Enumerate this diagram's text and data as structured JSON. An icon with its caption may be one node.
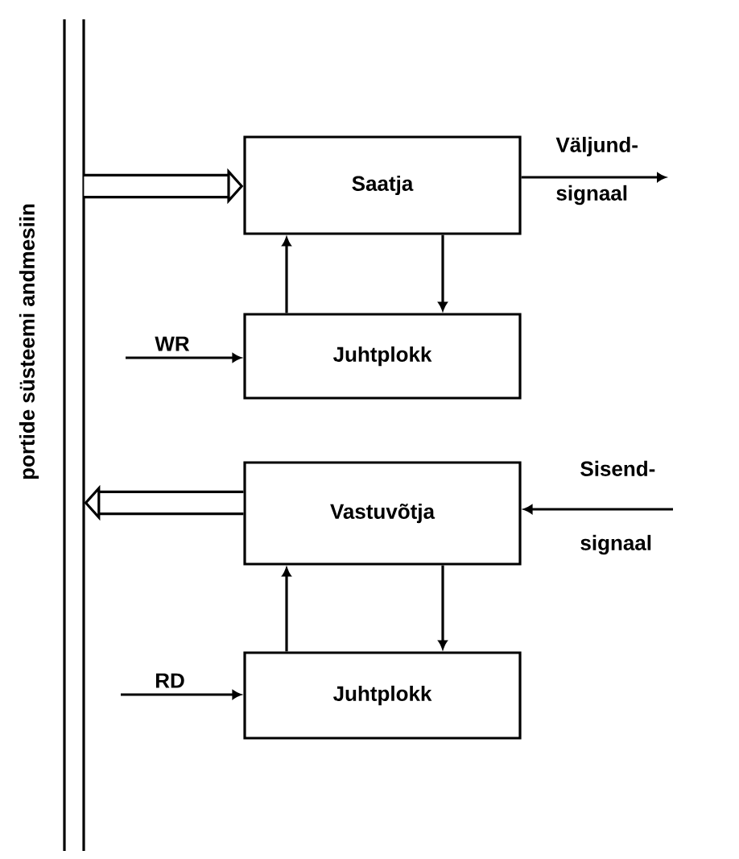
{
  "diagram": {
    "nodes": [
      {
        "text": [],
        "shape": "bar",
        "beside": [
          "portide süsteemi andmesiin"
        ]
      },
      {
        "text": [
          "Saatja"
        ]
      },
      {
        "text": [
          "Juhtplokk"
        ]
      },
      {
        "text": [
          "Vastuvõtja"
        ]
      },
      {
        "text": [
          "Juhtplokk"
        ]
      },
      {
        "text": [
          "Väljund- signaal"
        ]
      },
      {
        "text": [
          "Sisend- signaal"
        ]
      }
    ],
    "edges": [
      {
        "from": 0,
        "to": 1,
        "arrow": "to",
        "style": "thick"
      },
      {
        "from": 1,
        "to": 5,
        "arrow": "to"
      },
      {
        "from": 2,
        "to": 1,
        "arrow": "to"
      },
      {
        "from": 1,
        "to": 2,
        "arrow": "to"
      },
      {
        "from": null,
        "to": 2,
        "arrow": "to",
        "label": "WR"
      },
      {
        "from": 6,
        "to": 3,
        "arrow": "to"
      },
      {
        "from": 3,
        "to": 0,
        "arrow": "to",
        "style": "thick"
      },
      {
        "from": 4,
        "to": 3,
        "arrow": "to"
      },
      {
        "from": 3,
        "to": 4,
        "arrow": "to"
      },
      {
        "from": null,
        "to": 4,
        "arrow": "to",
        "label": "RD"
      }
    ]
  }
}
